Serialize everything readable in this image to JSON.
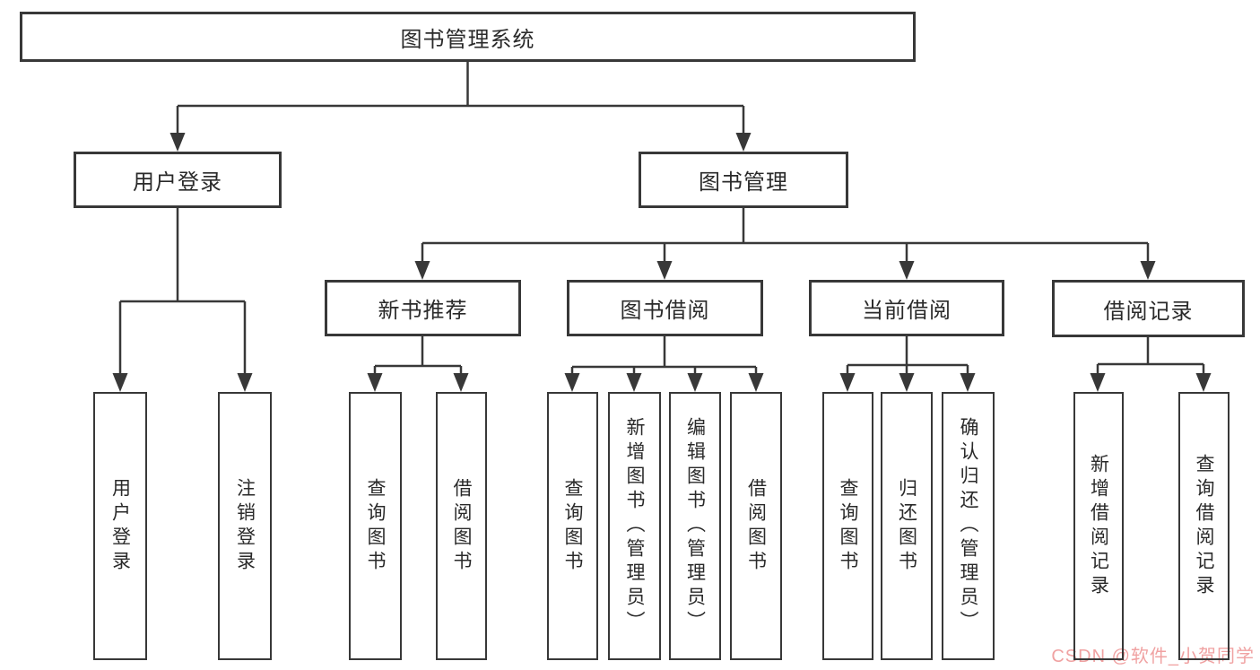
{
  "diagram": {
    "type": "hierarchy-tree",
    "root": {
      "label": "图书管理系统"
    },
    "level2": [
      {
        "id": "user-login",
        "label": "用户登录"
      },
      {
        "id": "book-management",
        "label": "图书管理"
      }
    ],
    "level3": [
      {
        "id": "new-book-recommend",
        "parent": "book-management",
        "label": "新书推荐"
      },
      {
        "id": "book-borrow",
        "parent": "book-management",
        "label": "图书借阅"
      },
      {
        "id": "current-borrow",
        "parent": "book-management",
        "label": "当前借阅"
      },
      {
        "id": "borrow-records",
        "parent": "book-management",
        "label": "借阅记录"
      }
    ],
    "leaves": [
      {
        "parent": "user-login",
        "label": "用户登录"
      },
      {
        "parent": "user-login",
        "label": "注销登录"
      },
      {
        "parent": "new-book-recommend",
        "label": "查询图书"
      },
      {
        "parent": "new-book-recommend",
        "label": "借阅图书"
      },
      {
        "parent": "book-borrow",
        "label": "查询图书"
      },
      {
        "parent": "book-borrow",
        "label": "新增图书（管理员）"
      },
      {
        "parent": "book-borrow",
        "label": "编辑图书（管理员）"
      },
      {
        "parent": "book-borrow",
        "label": "借阅图书"
      },
      {
        "parent": "current-borrow",
        "label": "查询图书"
      },
      {
        "parent": "current-borrow",
        "label": "归还图书"
      },
      {
        "parent": "current-borrow",
        "label": "确认归还（管理员）"
      },
      {
        "parent": "borrow-records",
        "label": "新增借阅记录"
      },
      {
        "parent": "borrow-records",
        "label": "查询借阅记录"
      }
    ],
    "watermark": {
      "text": "CSDN @软件_小贺同学"
    },
    "colors": {
      "line": "#383838",
      "text": "#2a2a2a",
      "watermark": "#f0a2a2",
      "background": "#ffffff"
    }
  }
}
